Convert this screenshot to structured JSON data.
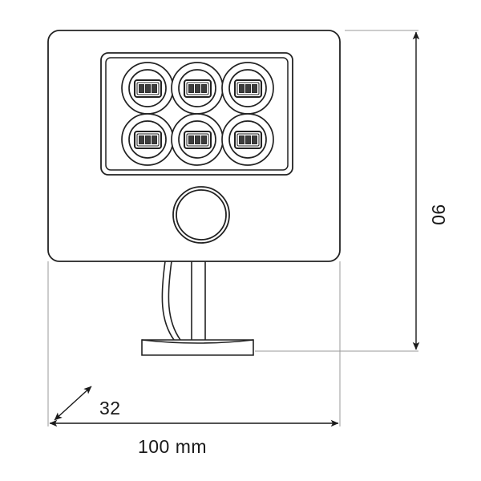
{
  "drawing": {
    "title": "LED Floodlight Technical Dimension Drawing",
    "view": "front-elevation",
    "units": "mm",
    "line_color": "#222222",
    "extension_line_color": "#9a9a9a",
    "background": "#ffffff"
  },
  "dimensions": {
    "width": {
      "label": "100 mm",
      "value": 100,
      "unit": "mm",
      "orientation": "horizontal",
      "position": "bottom"
    },
    "height": {
      "label": "90",
      "value": 90,
      "unit": "mm",
      "orientation": "vertical-rotated",
      "position": "right"
    },
    "depth": {
      "label": "32",
      "value": 32,
      "unit": "mm",
      "orientation": "diagonal",
      "position": "bottom-left"
    }
  },
  "product": {
    "body": {
      "name": "floodlight-housing",
      "shape": "rounded-rectangle"
    },
    "led_panel": {
      "name": "led-panel",
      "frame_style": "double-border-rounded-rectangle",
      "rows": 2,
      "columns": 3,
      "led_count": 6,
      "leds": [
        {
          "id": "led-1",
          "row": 1,
          "col": 1,
          "chip_segments": 3
        },
        {
          "id": "led-2",
          "row": 1,
          "col": 2,
          "chip_segments": 3
        },
        {
          "id": "led-3",
          "row": 1,
          "col": 3,
          "chip_segments": 3
        },
        {
          "id": "led-4",
          "row": 2,
          "col": 1,
          "chip_segments": 3
        },
        {
          "id": "led-5",
          "row": 2,
          "col": 2,
          "chip_segments": 3
        },
        {
          "id": "led-6",
          "row": 2,
          "col": 3,
          "chip_segments": 3
        }
      ]
    },
    "sensor": {
      "name": "motion-sensor",
      "shape": "double-ring-circle"
    },
    "mount": {
      "name": "mounting-bracket",
      "parts": [
        "post",
        "cable",
        "base-plate"
      ]
    }
  }
}
